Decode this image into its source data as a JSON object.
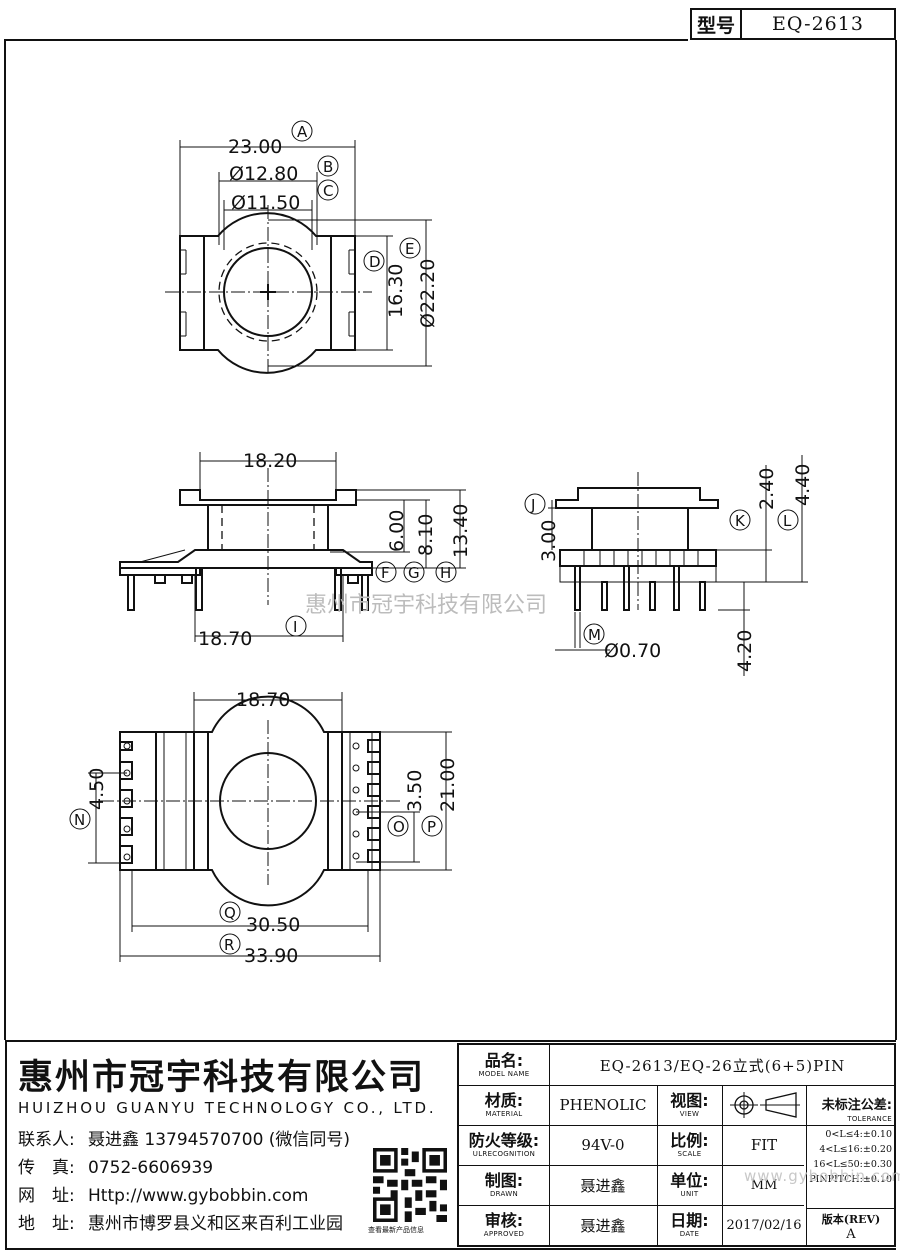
{
  "header": {
    "model_label": "型号",
    "model_value": "EQ-2613"
  },
  "top_view": {
    "dims": {
      "a": "23.00",
      "b": "Ø12.80",
      "c": "Ø11.50",
      "d": "16.30",
      "e": "Ø22.20"
    },
    "letters": {
      "a": "A",
      "b": "B",
      "c": "C",
      "d": "D",
      "e": "E"
    }
  },
  "front_view": {
    "dims": {
      "top": "18.20",
      "f": "6.00",
      "g": "8.10",
      "h": "13.40",
      "i": "18.70"
    },
    "letters": {
      "f": "F",
      "g": "G",
      "h": "H",
      "i": "I"
    }
  },
  "side_view": {
    "dims": {
      "j": "3.00",
      "k": "2.40",
      "l": "4.40",
      "m": "Ø0.70",
      "pin": "4.20"
    },
    "letters": {
      "j": "J",
      "k": "K",
      "l": "L",
      "m": "M"
    }
  },
  "bottom_view": {
    "dims": {
      "top": "18.70",
      "n": "4.50",
      "o": "3.50",
      "p": "21.00",
      "q": "30.50",
      "r": "33.90"
    },
    "letters": {
      "n": "N",
      "o": "O",
      "p": "P",
      "q": "Q",
      "r": "R"
    }
  },
  "watermark": "惠州市冠宇科技有限公司",
  "company": {
    "name_cn": "惠州市冠宇科技有限公司",
    "name_en": "HUIZHOU GUANYU TECHNOLOGY CO., LTD.",
    "contact": {
      "label": "联系人:",
      "value": "聂进鑫  13794570700 (微信同号)"
    },
    "fax": {
      "label": "传　真:",
      "value": "0752-6606939"
    },
    "web": {
      "label": "网　址:",
      "value": "Http://www.gybobbin.com"
    },
    "address": {
      "label": "地　址:",
      "value": "惠州市博罗县义和区来百利工业园"
    },
    "qr_caption": "查看最新产品信息"
  },
  "title_block": {
    "product_name": {
      "label": "品名:",
      "label_en": "MODEL NAME",
      "value": "EQ-2613/EQ-26立式(6+5)PIN"
    },
    "material": {
      "label": "材质:",
      "label_en": "MATERIAL",
      "value": "PHENOLIC"
    },
    "view": {
      "label": "视图:",
      "label_en": "VIEW"
    },
    "tolerance": {
      "label": "未标注公差:",
      "label_en": "TOLERANCE",
      "lines": [
        "0<L≤4:±0.10",
        "4<L≤16:±0.20",
        "16<L≤50:±0.30",
        "PINPITCH:±0.10"
      ]
    },
    "fire_rating": {
      "label": "防火等级:",
      "label_en": "ULRECOGNITION",
      "value": "94V-0"
    },
    "scale": {
      "label": "比例:",
      "label_en": "SCALE",
      "value": "FIT"
    },
    "drawn": {
      "label": "制图:",
      "label_en": "DRAWN",
      "value": "聂进鑫"
    },
    "unit": {
      "label": "单位:",
      "label_en": "UNIT",
      "value": "MM"
    },
    "approved": {
      "label": "审核:",
      "label_en": "APPROVED",
      "value": "聂进鑫"
    },
    "date": {
      "label": "日期:",
      "label_en": "DATE",
      "value": "2017/02/16"
    },
    "rev": {
      "label": "版本(REV)",
      "value": "A"
    },
    "watermark_url": "www.gybobbin.com"
  }
}
